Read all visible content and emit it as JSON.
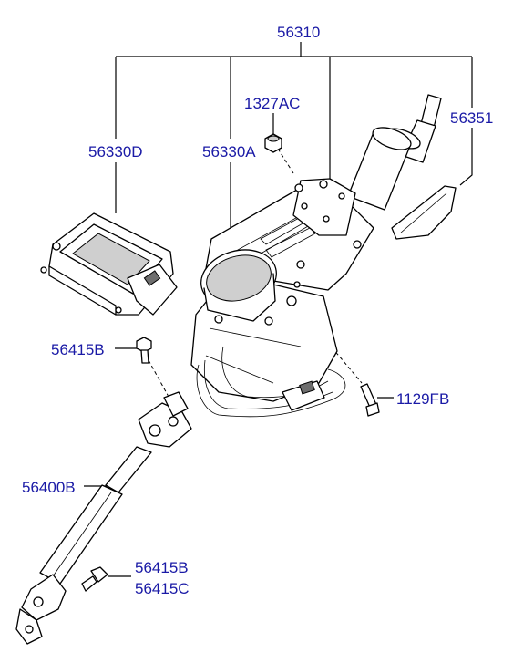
{
  "labels": {
    "p56310": "56310",
    "p1327AC": "1327AC",
    "p56351": "56351",
    "p56330D": "56330D",
    "p56330A": "56330A",
    "p56415B_top": "56415B",
    "p1129FB": "1129FB",
    "p56400B": "56400B",
    "p56415B_bottom": "56415B",
    "p56415C": "56415C"
  },
  "label_color": "#1a1aa6"
}
